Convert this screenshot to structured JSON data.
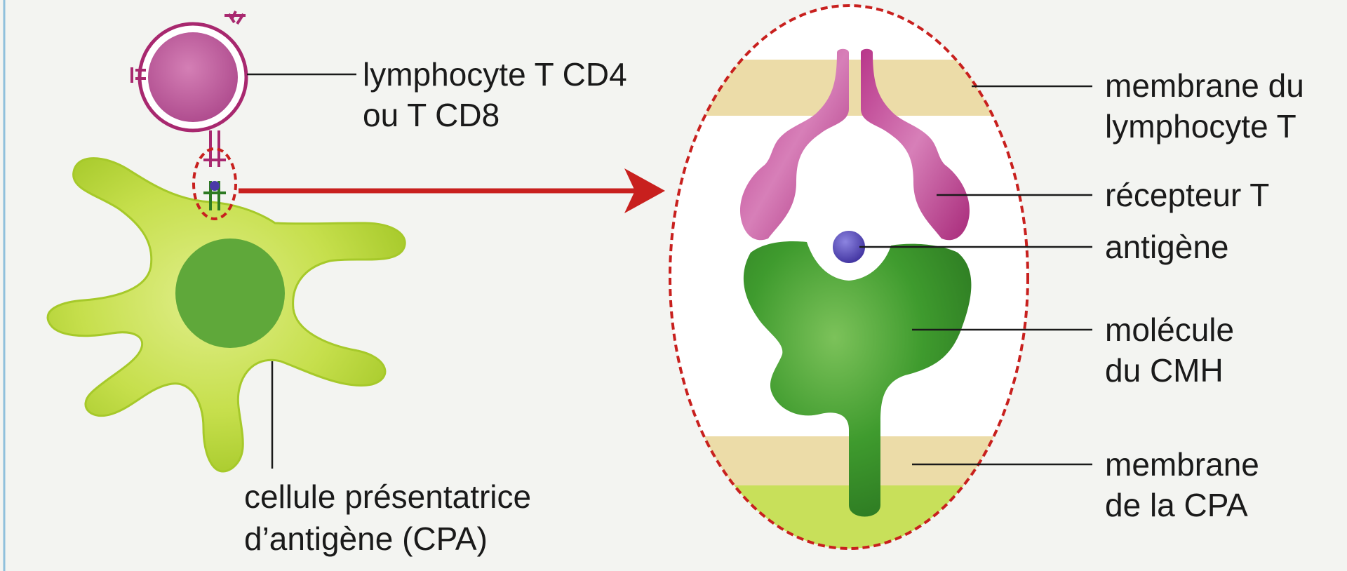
{
  "colors": {
    "background": "#f3f4f1",
    "frame_line": "#8fc0dc",
    "lymphocyte_fill": "#c05a9e",
    "lymphocyte_outline": "#a8286f",
    "receptor_magenta": "#b0307f",
    "cpa_light_green": "#b5d33a",
    "cpa_body_green": "#c8e05a",
    "cmh_dark_green": "#3e9a2c",
    "antigen_blue": "#4a3aa8",
    "membrane_tan": "#ecdca8",
    "zoom_dash_red": "#c8201e",
    "arrow_red": "#c8201e"
  },
  "labels": {
    "lymphocyte_line1": "lymphocyte T CD4",
    "lymphocyte_line2": "ou T CD8",
    "cpa_line1": "cellule présentatrice",
    "cpa_line2": "d’antigène (CPA)",
    "membrane_lt_line1": "membrane du",
    "membrane_lt_line2": "lymphocyte T",
    "recepteur": "récepteur T",
    "antigene": "antigène",
    "cmh_line1": "molécule",
    "cmh_line2": "du CMH",
    "membrane_cpa_line1": "membrane",
    "membrane_cpa_line2": "de la CPA"
  }
}
